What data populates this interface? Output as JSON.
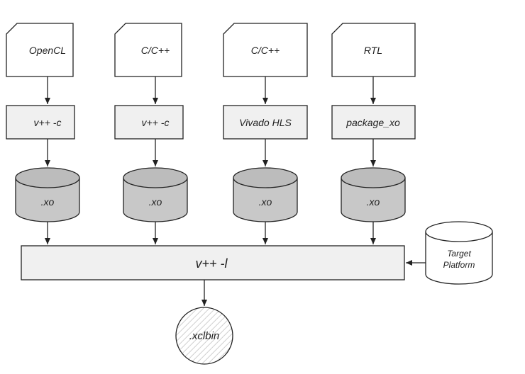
{
  "sources": [
    {
      "label": "OpenCL"
    },
    {
      "label": "C/C++"
    },
    {
      "label": "C/C++"
    },
    {
      "label": "RTL"
    }
  ],
  "compilers": [
    {
      "label": "v++ -c"
    },
    {
      "label": "v++ -c"
    },
    {
      "label": "Vivado HLS"
    },
    {
      "label": "package_xo"
    }
  ],
  "objects": [
    {
      "label": ".xo"
    },
    {
      "label": ".xo"
    },
    {
      "label": ".xo"
    },
    {
      "label": ".xo"
    }
  ],
  "linker": {
    "label": "v++ -l"
  },
  "platform": {
    "line1": "Target",
    "line2": "Platform"
  },
  "output": {
    "label": ".xclbin"
  },
  "colors": {
    "stroke": "#222222",
    "box_fill": "#f0f0f0",
    "cylinder_fill": "#c8c8c8",
    "doc_fill": "#ffffff",
    "text": "#222222"
  }
}
